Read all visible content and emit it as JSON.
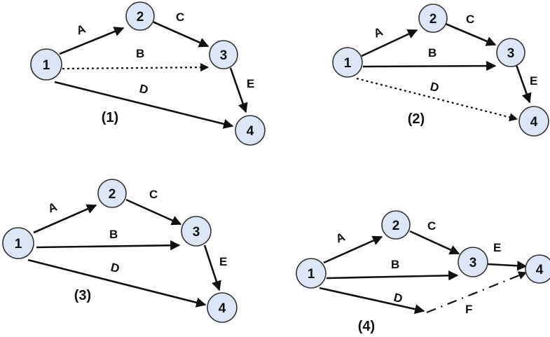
{
  "diagrams": [
    {
      "caption": "(1)",
      "nodes": [
        "1",
        "2",
        "3",
        "4"
      ],
      "edges": [
        {
          "label": "A",
          "style": "solid"
        },
        {
          "label": "C",
          "style": "solid"
        },
        {
          "label": "B",
          "style": "dotted"
        },
        {
          "label": "E",
          "style": "solid"
        },
        {
          "label": "D",
          "style": "solid"
        }
      ]
    },
    {
      "caption": "(2)",
      "nodes": [
        "1",
        "2",
        "3",
        "4"
      ],
      "edges": [
        {
          "label": "A",
          "style": "solid"
        },
        {
          "label": "C",
          "style": "solid"
        },
        {
          "label": "B",
          "style": "solid"
        },
        {
          "label": "E",
          "style": "solid"
        },
        {
          "label": "D",
          "style": "dotted"
        }
      ]
    },
    {
      "caption": "(3)",
      "nodes": [
        "1",
        "2",
        "3",
        "4"
      ],
      "edges": [
        {
          "label": "A",
          "style": "solid"
        },
        {
          "label": "C",
          "style": "solid"
        },
        {
          "label": "B",
          "style": "solid"
        },
        {
          "label": "E",
          "style": "solid"
        },
        {
          "label": "D",
          "style": "solid"
        }
      ]
    },
    {
      "caption": "(4)",
      "nodes": [
        "1",
        "2",
        "3",
        "4"
      ],
      "edges": [
        {
          "label": "A",
          "style": "solid"
        },
        {
          "label": "C",
          "style": "solid"
        },
        {
          "label": "B",
          "style": "solid"
        },
        {
          "label": "E",
          "style": "solid"
        },
        {
          "label": "D",
          "style": "solid"
        },
        {
          "label": "F",
          "style": "dashdot"
        }
      ]
    }
  ],
  "colors": {
    "node_fill": "#dde6f5",
    "node_stroke": "#333333",
    "edge": "#111111"
  }
}
